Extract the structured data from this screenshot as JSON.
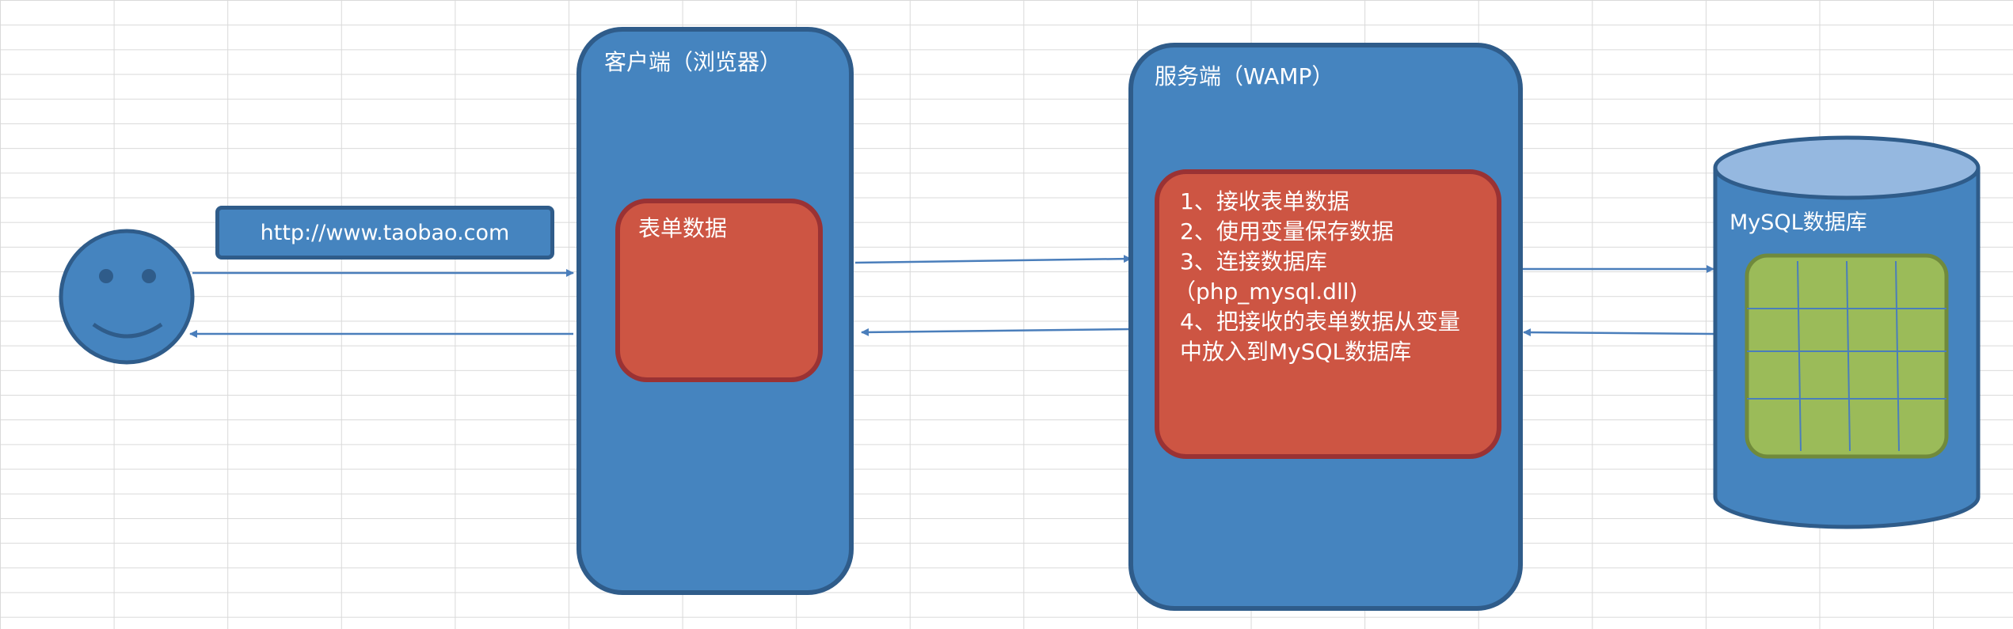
{
  "url_label": "http://www.taobao.com",
  "client": {
    "title": "客户端（浏览器）",
    "form_label": "表单数据"
  },
  "server": {
    "title": "服务端（WAMP）",
    "steps": [
      "1、接收表单数据",
      "2、使用变量保存数据",
      "3、连接数据库",
      "（php_mysql.dll)",
      "4、把接收的表单数据从变量",
      "中放入到MySQL数据库"
    ]
  },
  "database": {
    "title": "MySQL数据库"
  },
  "colors": {
    "box_fill": "#4584bf",
    "box_border": "#2f5c8a",
    "red_fill": "#cd5543",
    "red_border": "#9a3234",
    "table_fill": "#9bbb59",
    "arrow": "#4a7ebb"
  }
}
